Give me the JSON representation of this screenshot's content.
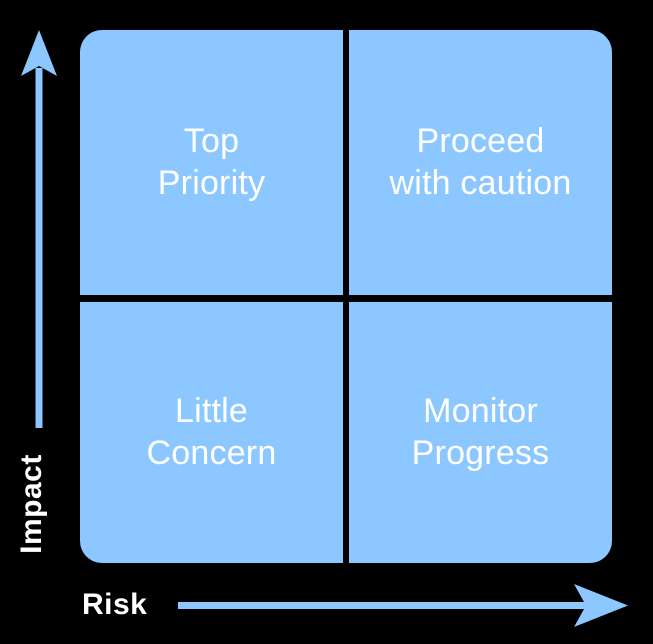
{
  "diagram": {
    "type": "risk-impact-matrix",
    "background_color": "#000000",
    "quadrant_color": "#8cc8ff",
    "accent_color": "#8cc8ff",
    "text_color": "#ffffff",
    "axes": {
      "y": {
        "label": "Impact",
        "direction": "up",
        "arrow_icon": "arrow-up-icon"
      },
      "x": {
        "label": "Risk",
        "direction": "right",
        "arrow_icon": "arrow-right-icon"
      }
    },
    "quadrants": [
      {
        "id": "top-left",
        "label": "Top\nPriority",
        "position": "high-impact-low-risk"
      },
      {
        "id": "top-right",
        "label": "Proceed\nwith caution",
        "position": "high-impact-high-risk"
      },
      {
        "id": "bottom-left",
        "label": "Little\nConcern",
        "position": "low-impact-low-risk"
      },
      {
        "id": "bottom-right",
        "label": "Monitor\nProgress",
        "position": "low-impact-high-risk"
      }
    ]
  }
}
